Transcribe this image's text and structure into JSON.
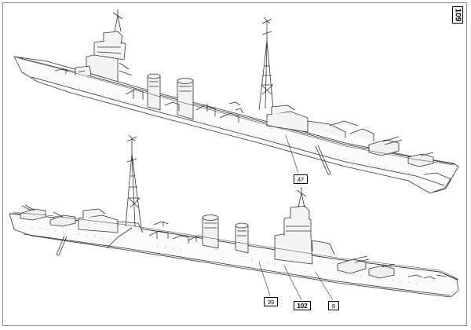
{
  "page_number": "109",
  "callouts": {
    "upper_47": "47",
    "lower_39": "39",
    "lower_102": "102",
    "lower_8": "8"
  }
}
